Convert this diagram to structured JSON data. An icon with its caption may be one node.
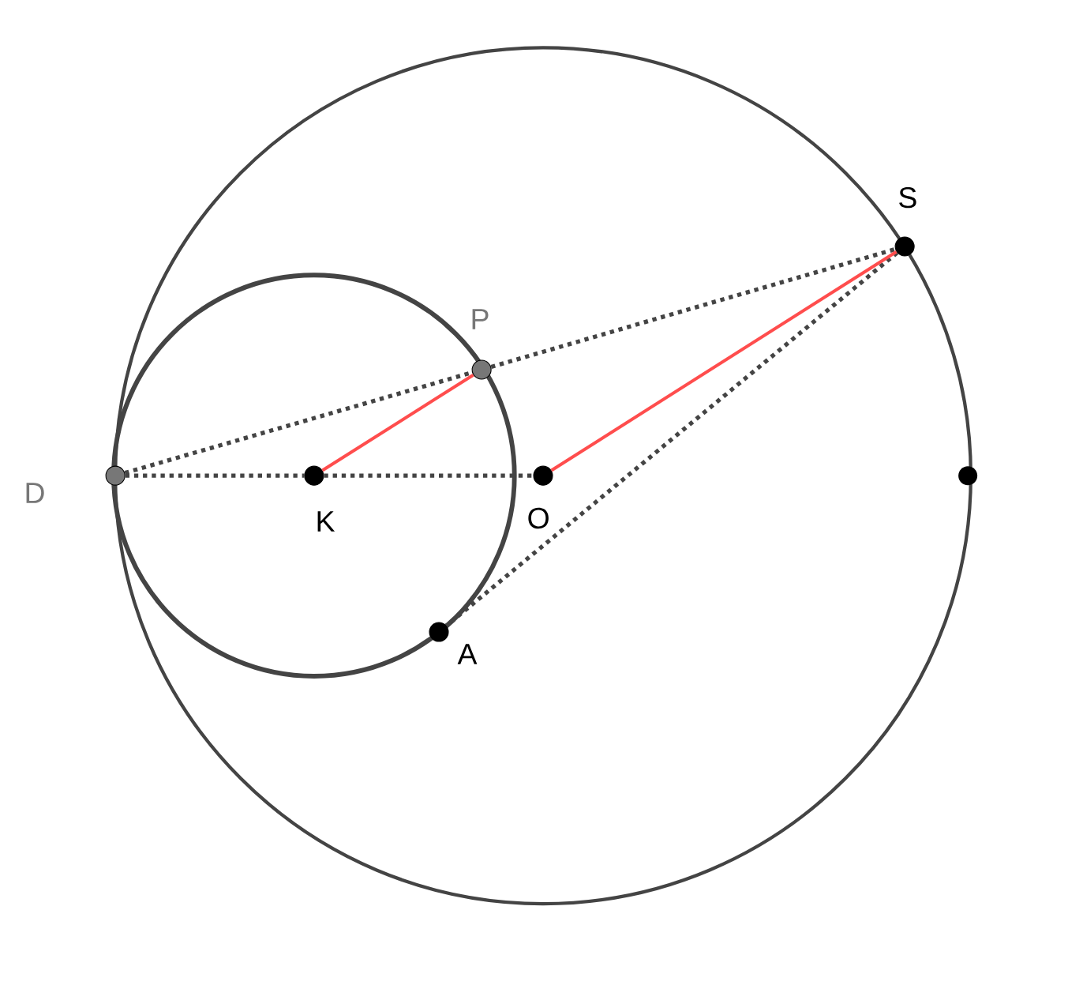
{
  "diagram": {
    "nodes": [
      {
        "text": [
          "D"
        ]
      },
      {
        "text": [
          "K"
        ]
      },
      {
        "text": [
          "O"
        ]
      },
      {
        "text": [
          "P"
        ]
      },
      {
        "text": [
          "S"
        ]
      },
      {
        "text": [
          "A"
        ]
      },
      {
        "text": [],
        "shape": "circle"
      }
    ],
    "edges": [
      {
        "from": 0,
        "to": 3,
        "arrow": "none",
        "style": "dashed"
      },
      {
        "from": 3,
        "to": 4,
        "arrow": "none",
        "style": "dashed"
      },
      {
        "from": 0,
        "to": 1,
        "arrow": "none",
        "style": "dashed"
      },
      {
        "from": 1,
        "to": 2,
        "arrow": "none",
        "style": "dashed"
      },
      {
        "from": 4,
        "to": 5,
        "arrow": "none",
        "style": "dashed"
      },
      {
        "from": 1,
        "to": 3,
        "arrow": "none",
        "color": "#ff4d4d"
      },
      {
        "from": 2,
        "to": 4,
        "arrow": "none",
        "color": "#ff4d4d"
      }
    ]
  }
}
